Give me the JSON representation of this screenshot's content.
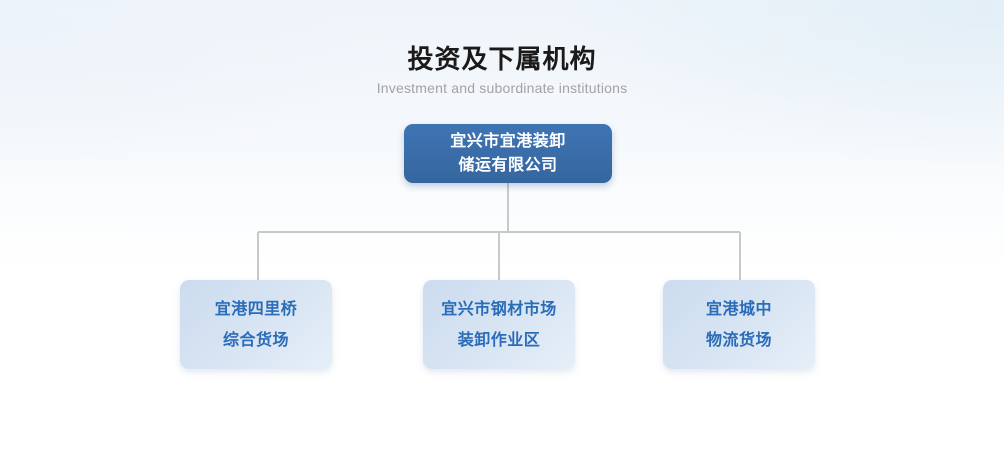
{
  "header": {
    "title": "投资及下属机构",
    "subtitle": "Investment and subordinate institutions"
  },
  "colors": {
    "root_node_bg": "#3a6fb0",
    "root_node_text": "#ffffff",
    "child_node_bg": "#d3e0f0",
    "child_node_text": "#2b6cb8",
    "connector_line": "#c9c9c9",
    "title_text": "#1a1a1a",
    "subtitle_text": "#a2a2a2",
    "background_top": "#eef4fa",
    "background_bottom": "#ffffff"
  },
  "org_chart": {
    "root": {
      "name": "宜兴市宜港装卸储运有限公司",
      "lines": [
        "宜兴市宜港装卸",
        "储运有限公司"
      ]
    },
    "children": [
      {
        "name": "宜港四里桥综合货场",
        "lines": [
          "宜港四里桥",
          "综合货场"
        ]
      },
      {
        "name": "宜兴市钢材市场装卸作业区",
        "lines": [
          "宜兴市钢材市场",
          "装卸作业区"
        ]
      },
      {
        "name": "宜港城中物流货场",
        "lines": [
          "宜港城中",
          "物流货场"
        ]
      }
    ]
  }
}
